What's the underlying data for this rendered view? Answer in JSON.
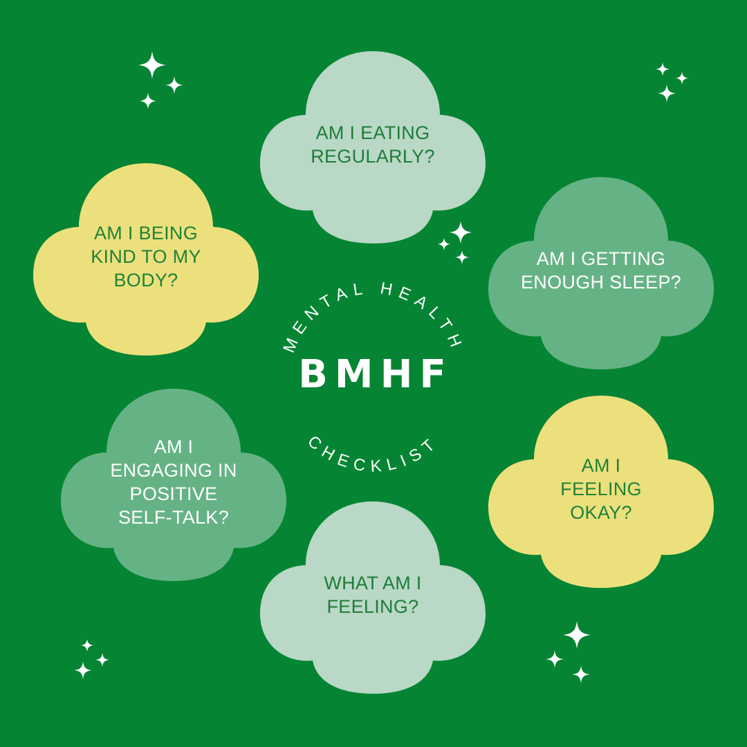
{
  "colors": {
    "background": "#058533",
    "pale_cloud": "#b9d8c6",
    "mid_cloud": "#65b385",
    "yellow_cloud": "#ece07d",
    "accent_text": "#177c35",
    "white": "#ffffff"
  },
  "badge": {
    "brand": "BMHF",
    "top_arc": "MENTAL HEALTH",
    "bottom_arc": "CHECKLIST"
  },
  "questions": {
    "eating": "AM I EATING\nREGULARLY?",
    "kind": "AM I BEING\nKIND TO MY\nBODY?",
    "sleep": "AM I GETTING\nENOUGH SLEEP?",
    "selftalk": "AM I\nENGAGING IN\nPOSITIVE\nSELF-TALK?",
    "okay": "AM I\nFEELING\nOKAY?",
    "feeling": "WHAT AM I\nFEELING?"
  },
  "icons": [
    "sparkle-icon"
  ]
}
